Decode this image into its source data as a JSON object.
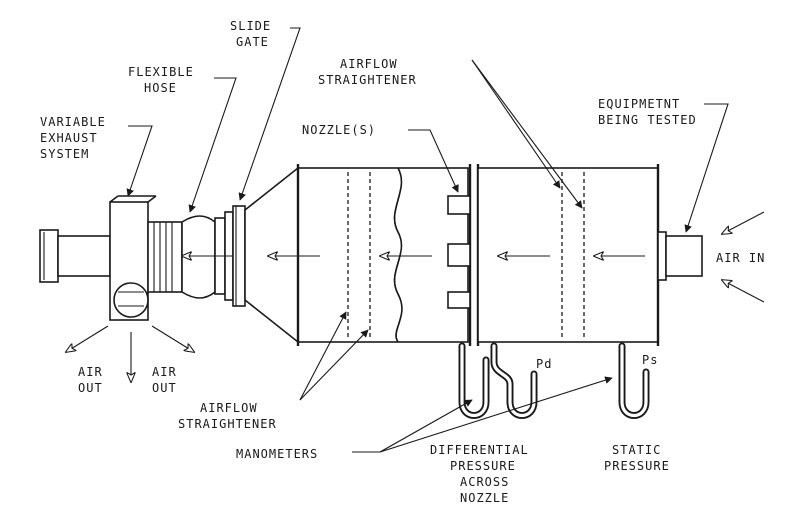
{
  "labels": {
    "slide_gate_1": "SLIDE",
    "slide_gate_2": "GATE",
    "flexible_hose_1": "FLEXIBLE",
    "flexible_hose_2": "HOSE",
    "variable_exhaust_1": "VARIABLE",
    "variable_exhaust_2": "EXHAUST",
    "variable_exhaust_3": "SYSTEM",
    "airflow_straightener_top_1": "AIRFLOW",
    "airflow_straightener_top_2": "STRAIGHTENER",
    "nozzles": "NOZZLE(S)",
    "equipment_1": "EQUIPMETNT",
    "equipment_2": "BEING TESTED",
    "air_in": "AIR IN",
    "air_out_left_1": "AIR",
    "air_out_left_2": "OUT",
    "air_out_right_1": "AIR",
    "air_out_right_2": "OUT",
    "airflow_straightener_bottom_1": "AIRFLOW",
    "airflow_straightener_bottom_2": "STRAIGHTENER",
    "manometers": "MANOMETERS",
    "differential_1": "DIFFERENTIAL",
    "differential_2": "PRESSURE",
    "differential_3": "ACROSS",
    "differential_4": "NOZZLE",
    "static_1": "STATIC",
    "static_2": "PRESSURE",
    "pd": "Pd",
    "ps": "Ps"
  },
  "colors": {
    "ink": "#1a1a1a",
    "paper": "#ffffff"
  }
}
